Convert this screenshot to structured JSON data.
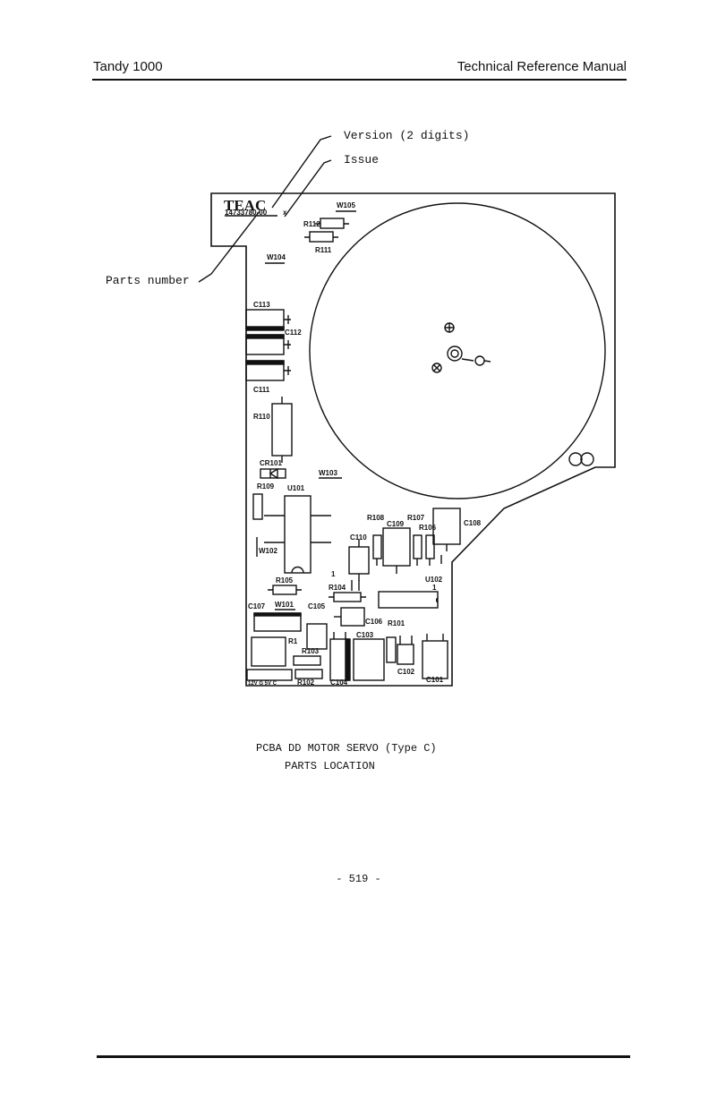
{
  "header": {
    "left": "Tandy 1000",
    "right": "Technical Reference Manual"
  },
  "callouts": {
    "version": "Version (2 digits)",
    "issue": "Issue",
    "parts_number": "Parts number"
  },
  "board": {
    "brand": "TEAC",
    "part_no": "14733780-00",
    "suffix": "x",
    "labels": {
      "w105": "W105",
      "r112": "R112",
      "r111": "R111",
      "w104": "W104",
      "c113": "C113",
      "c112": "C112",
      "c111": "C111",
      "r110": "R110",
      "cr101": "CR101",
      "w103": "W103",
      "r109": "R109",
      "u101": "U101",
      "w102": "W102",
      "r108": "R108",
      "c109": "C109",
      "r107": "R107",
      "r106": "R106",
      "c108": "C108",
      "c110": "C110",
      "u102": "U102",
      "r105": "R105",
      "r104": "R104",
      "c107": "C107",
      "w101": "W101",
      "c105": "C105",
      "c106": "C106",
      "r101": "R101",
      "r1": "R1",
      "r103": "R103",
      "c103": "C103",
      "c102": "C102",
      "c101": "C101",
      "r102": "R102",
      "c104": "C104",
      "conn": "12V G 5V C",
      "pin1a": "1",
      "pin1b": "1"
    }
  },
  "caption": {
    "line1": "PCBA DD MOTOR SERVO (Type C)",
    "line2": "PARTS LOCATION"
  },
  "page_number": "- 519 -"
}
